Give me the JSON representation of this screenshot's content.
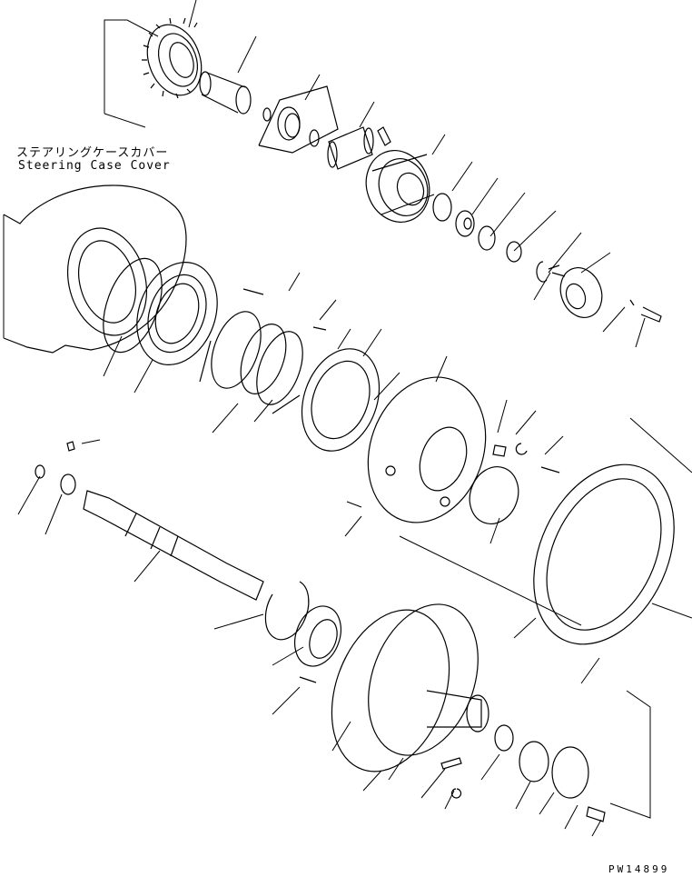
{
  "callout": {
    "japanese": "ステアリングケースカバー",
    "english": "Steering Case Cover"
  },
  "drawing_number": "PW14899",
  "colors": {
    "line": "#000000",
    "paper": "#ffffff"
  }
}
